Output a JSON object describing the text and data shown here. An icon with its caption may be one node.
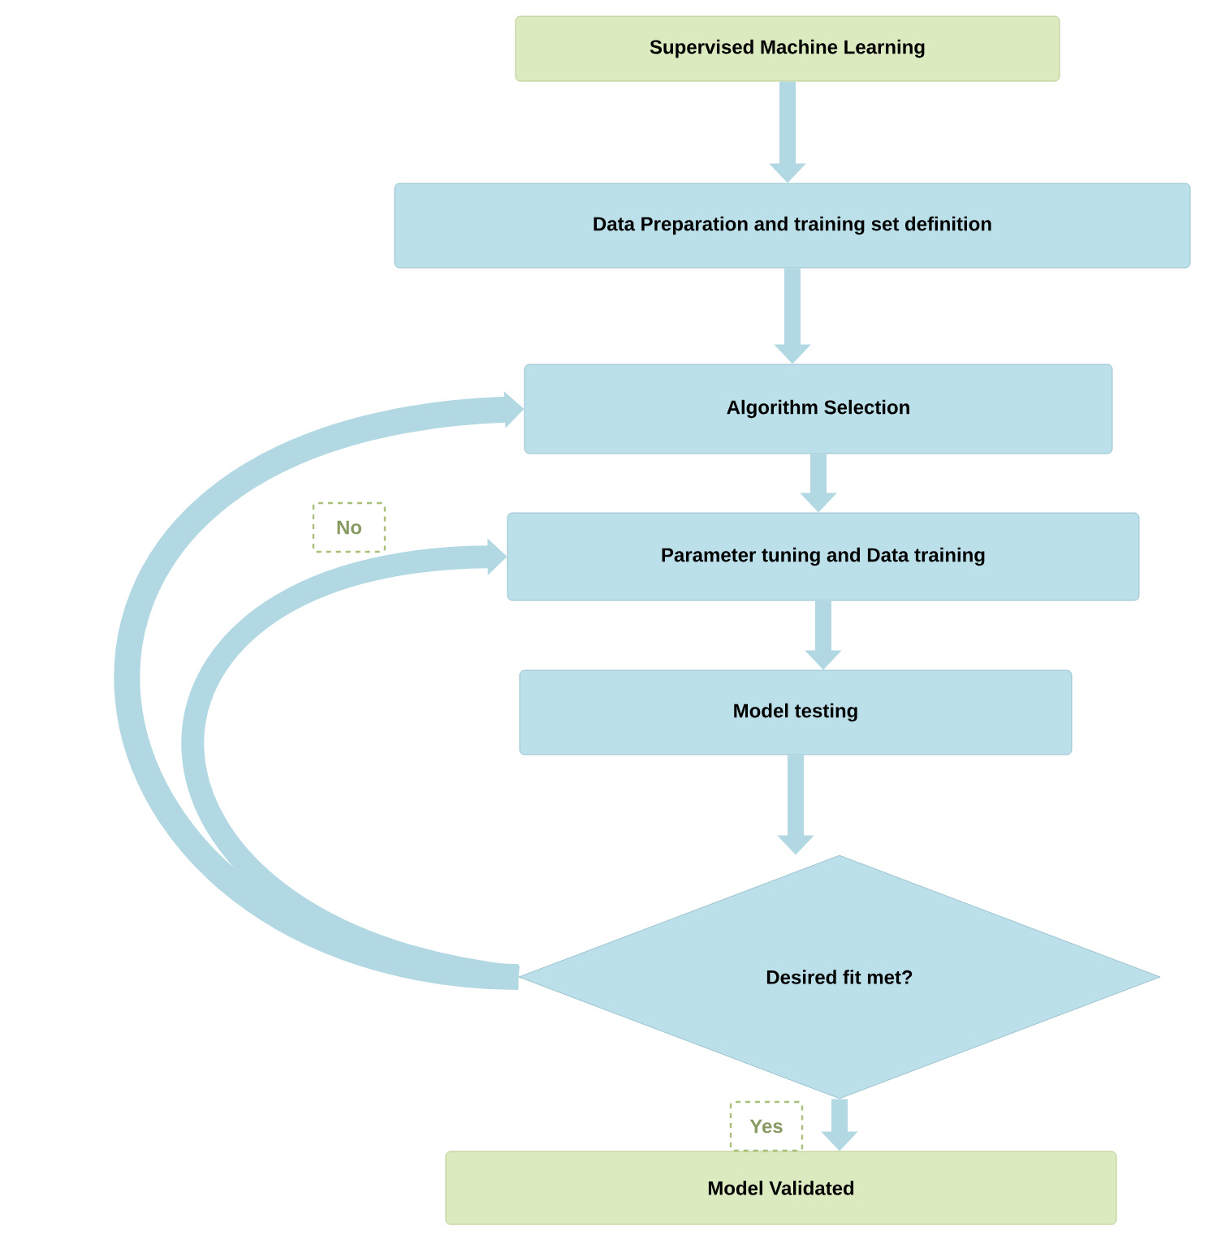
{
  "diagram": {
    "nodes": [
      {
        "text": [
          "Supervised Machine Learning"
        ]
      },
      {
        "text": [
          "Data Preparation and training set definition"
        ]
      },
      {
        "text": [
          "Algorithm Selection"
        ]
      },
      {
        "text": [
          "Parameter tuning and Data training"
        ]
      },
      {
        "text": [
          "Model testing"
        ]
      },
      {
        "text": [
          "Desired fit met?"
        ]
      },
      {
        "text": [
          "Model Validated"
        ]
      }
    ],
    "edges": [
      {
        "from": 0,
        "to": 1,
        "arrow": "to"
      },
      {
        "from": 1,
        "to": 2,
        "arrow": "to"
      },
      {
        "from": 2,
        "to": 3,
        "arrow": "to"
      },
      {
        "from": 3,
        "to": 4,
        "arrow": "to"
      },
      {
        "from": 4,
        "to": 5,
        "arrow": "to"
      },
      {
        "from": 5,
        "to": 6,
        "arrow": "to",
        "label": "Yes"
      },
      {
        "from": 5,
        "to": 2,
        "arrow": "to",
        "label": "No"
      },
      {
        "from": 5,
        "to": 3,
        "arrow": "to"
      }
    ]
  }
}
